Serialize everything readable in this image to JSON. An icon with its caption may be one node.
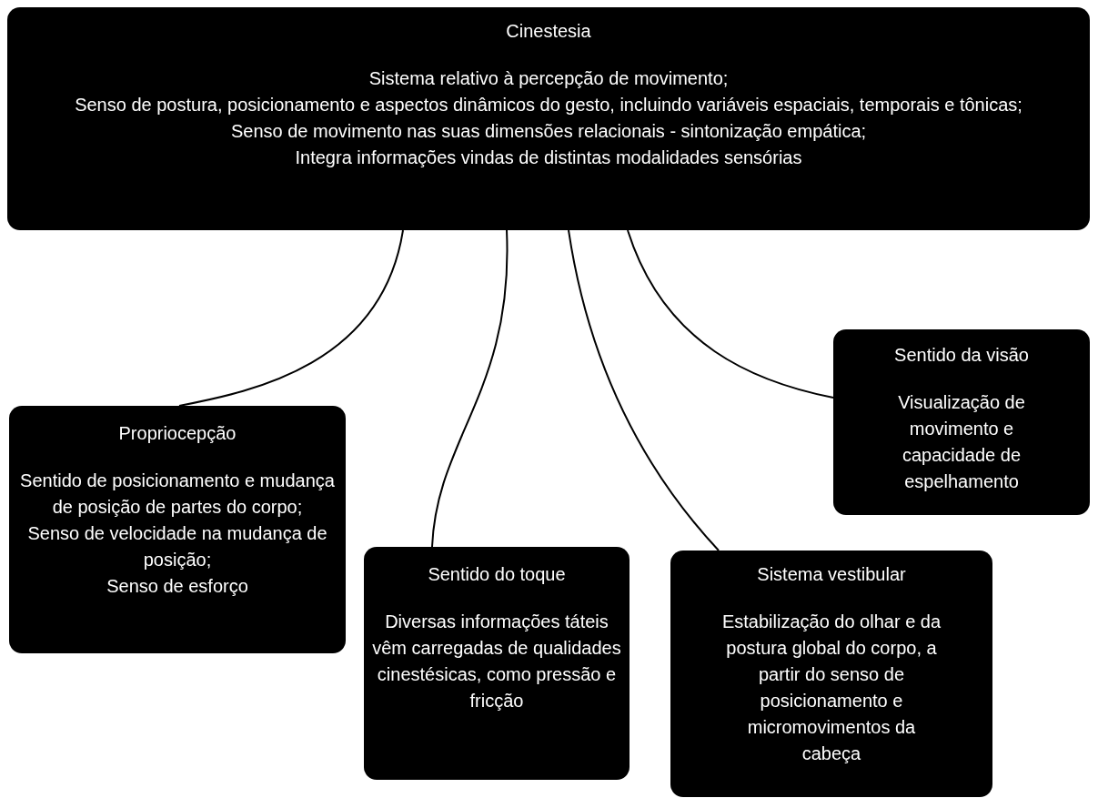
{
  "diagram": {
    "nodes": [
      {
        "text": [
          "Cinestesia",
          "Sistema relativo à percepção de movimento;",
          "Senso de postura, posicionamento e aspectos dinâmicos do gesto, incluindo variáveis espaciais, temporais e tônicas;",
          "Senso de movimento nas suas dimensões relacionais - sintonização empática;",
          "Integra informações vindas de distintas modalidades sensórias"
        ]
      },
      {
        "text": [
          "Propriocepção",
          "Sentido de posicionamento e mudança de posição de partes do corpo;",
          "Senso de velocidade na mudança de posição;",
          "Senso de esforço"
        ]
      },
      {
        "text": [
          "Sentido do toque",
          "Diversas informações táteis vêm carregadas de qualidades cinestésicas, como pressão e fricção"
        ]
      },
      {
        "text": [
          "Sistema vestibular",
          "Estabilização do olhar e da postura global do corpo, a partir do senso de posicionamento e micromovimentos da cabeça"
        ]
      },
      {
        "text": [
          "Sentido da visão",
          "Visualização de movimento e capacidade de espelhamento"
        ]
      }
    ],
    "edges": [
      {
        "from": 0,
        "to": 1,
        "arrow": "none"
      },
      {
        "from": 0,
        "to": 2,
        "arrow": "none"
      },
      {
        "from": 0,
        "to": 3,
        "arrow": "none"
      },
      {
        "from": 0,
        "to": 4,
        "arrow": "none"
      }
    ]
  }
}
